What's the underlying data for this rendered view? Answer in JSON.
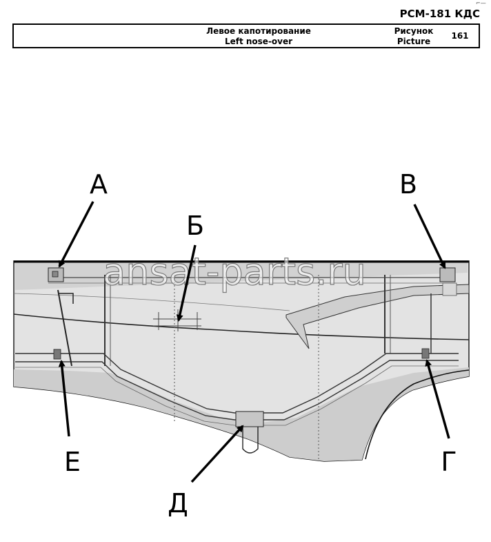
{
  "header": {
    "doc_code": "PCM-181 КДС",
    "corner_mark": "⌐—",
    "title_ru": "Левое капотирование",
    "title_en": "Left nose-over",
    "figure_label_ru": "Рисунок",
    "figure_label_en": "Picture",
    "figure_number": "161"
  },
  "watermark": "ansat-parts.ru",
  "callouts": {
    "a": "А",
    "b": "Б",
    "v": "В",
    "g": "Г",
    "d": "Д",
    "e": "Е"
  },
  "colors": {
    "panel_fill": "#e3e3e3",
    "panel_dark": "#bdbdbd",
    "stroke": "#111111",
    "watermark": "#d0d0d0"
  }
}
